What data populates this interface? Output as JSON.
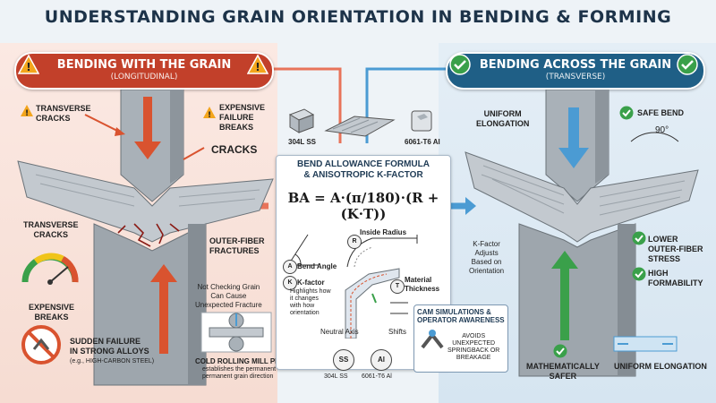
{
  "title": "UNDERSTANDING GRAIN ORIENTATION IN BENDING & FORMING",
  "left": {
    "banner_title": "BENDING WITH THE GRAIN",
    "banner_sub": "(LONGITUDINAL)",
    "labels": {
      "transverse_cracks_top": "TRANSVERSE\nCRACKS",
      "expensive_failure": "EXPENSIVE\nFAILURE\nBREAKS",
      "cracks": "CRACKS",
      "transverse_cracks_mid": "TRANSVERSE\nCRACKS",
      "outer_fiber": "OUTER-FIBER\nFRACTURES",
      "expensive_breaks": "EXPENSIVE\nBREAKS",
      "sudden_failure": "SUDDEN FAILURE\nIN STRONG ALLOYS",
      "sudden_failure_sub": "(e.g., HIGH-CARBON STEEL)",
      "not_checking": "Not Checking Grain\nCan Cause\nUnexpected Fracture",
      "cold_rolling": "COLD ROLLING MILL PROCESS",
      "cold_rolling_sub": "establishes the permanent\npermanent grain direction"
    }
  },
  "right": {
    "banner_title": "BENDING ACROSS THE GRAIN",
    "banner_sub": "(TRANSVERSE)",
    "labels": {
      "uniform_elong_top": "UNIFORM\nELONGATION",
      "safe_bend": "SAFE BEND",
      "angle": "90°",
      "k_factor_adjusts": "K-Factor\nAdjusts\nBased on\nOrientation",
      "lower_outer": "LOWER\nOUTER-FIBER\nSTRESS",
      "high_form": "HIGH\nFORMABILITY",
      "math_safer": "MATHEMATICALLY\nSAFER",
      "uniform_elong_bottom": "UNIFORM ELONGATION"
    }
  },
  "center": {
    "sample_left": "304L SS",
    "sample_right": "6061-T6 Al",
    "formula_head": "BEND ALLOWANCE FORMULA\n& ANISOTROPIC K-FACTOR",
    "formula": "BA = A·(π/180)·(R + (K·T))",
    "inside_radius": "Inside Radius",
    "r_tag": "R",
    "a_tag": "A",
    "a_label": "Bend Angle",
    "k_tag": "K",
    "k_label": "K-factor",
    "k_desc": "Highlights how\nit changes\nwith how\norientation",
    "t_tag": "T",
    "t_label": "Material\nThickness",
    "neutral_axis": "Neutral Axis",
    "shifts": "Shifts",
    "cam_title": "CAM SIMULATIONS &\nOPERATOR AWARENESS",
    "cam_desc": "AVOIDS\nUNEXPECTED\nSPRINGBACK OR\nBREAKAGE",
    "tag_ss": "SS",
    "tag_al": "Al",
    "bottom_left": "304L SS",
    "bottom_right": "6061-T6 Al"
  },
  "colors": {
    "danger": "#c2402a",
    "safe": "#1f5f86",
    "check": "#3aa04a",
    "arrow_orange": "#e8735a",
    "arrow_blue": "#4b9bd3"
  }
}
